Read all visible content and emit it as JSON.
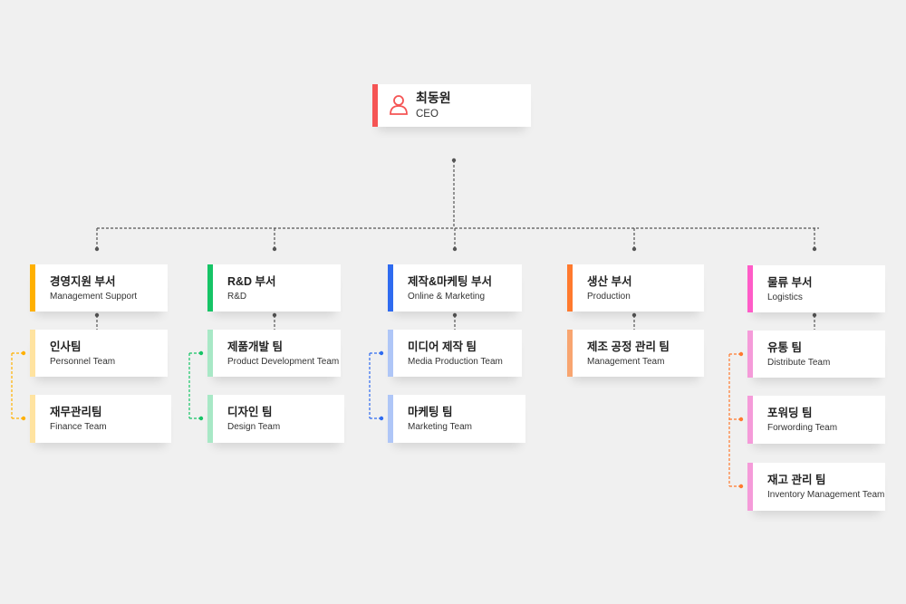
{
  "ceo": {
    "name": "최동원",
    "title": "CEO",
    "color": "#F55454",
    "icon": "person-icon"
  },
  "departments": [
    {
      "name": "경영지원 부서",
      "en": "Management Support",
      "color": "#FFB000",
      "team_color": "#FFE3A0",
      "line_color": "#FFB000",
      "teams": [
        {
          "name": "인사팀",
          "en": "Personnel Team"
        },
        {
          "name": "재무관리팀",
          "en": "Finance Team"
        }
      ]
    },
    {
      "name": "R&D 부서",
      "en": "R&D",
      "color": "#16C466",
      "team_color": "#A8E8C6",
      "line_color": "#16C466",
      "teams": [
        {
          "name": "제품개발 팀",
          "en": "Product Development Team"
        },
        {
          "name": "디자인 팀",
          "en": "Design Team"
        }
      ]
    },
    {
      "name": "제작&마케팅 부서",
      "en": "Online & Marketing",
      "color": "#2F6BF0",
      "team_color": "#AFC6F7",
      "line_color": "#2F6BF0",
      "teams": [
        {
          "name": "미디어 제작 팀",
          "en": "Media Production Team"
        },
        {
          "name": "마케팅 팀",
          "en": "Marketing Team"
        }
      ]
    },
    {
      "name": "생산 부서",
      "en": "Production",
      "color": "#FF7A2E",
      "team_color": "#F8A570",
      "line_color": "#FF7A2E",
      "teams": [
        {
          "name": "제조 공정 관리 팀",
          "en": "Management Team"
        }
      ]
    },
    {
      "name": "물류 부서",
      "en": "Logistics",
      "color": "#FF5CC8",
      "team_color": "#F59BD9",
      "line_color": "#FF7A2E",
      "teams": [
        {
          "name": "유통 팀",
          "en": "Distribute Team"
        },
        {
          "name": "포워딩 팀",
          "en": "Forwording Team"
        },
        {
          "name": "재고 관리 팀",
          "en": "Inventory Management Team"
        }
      ]
    }
  ]
}
